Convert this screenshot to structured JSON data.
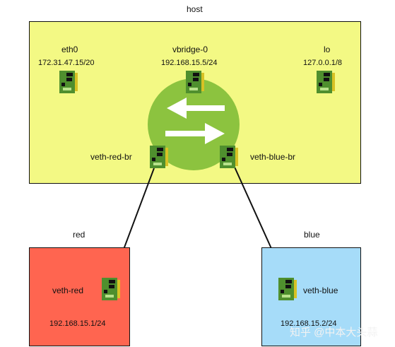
{
  "host": {
    "title": "host",
    "color": "#f3f984",
    "eth0": {
      "name": "eth0",
      "ip": "172.31.47.15/20"
    },
    "vbridge": {
      "name": "vbridge-0",
      "ip": "192.168.15.5/24"
    },
    "lo": {
      "name": "lo",
      "ip": "127.0.0.1/8"
    },
    "veth_red_br": {
      "name": "veth-red-br"
    },
    "veth_blue_br": {
      "name": "veth-blue-br"
    },
    "bridge_color": "#8cc33f"
  },
  "red": {
    "title": "red",
    "color": "#ff6550",
    "iface": "veth-red",
    "ip": "192.168.15.1/24"
  },
  "blue": {
    "title": "blue",
    "color": "#a6dcf9",
    "iface": "veth-blue",
    "ip": "192.168.15.2/24"
  },
  "watermark": "知乎 @中本大头蒜"
}
